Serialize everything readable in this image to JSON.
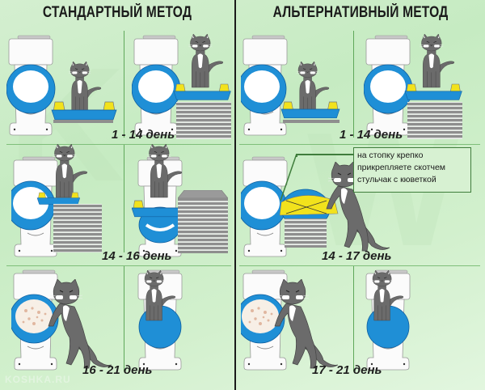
{
  "standard": {
    "title": "СТАНДАРТНЫЙ МЕТОД",
    "stages": [
      {
        "label": "1 - 14 день"
      },
      {
        "label": "14 - 16 день"
      },
      {
        "label": "16 - 21 день"
      }
    ]
  },
  "alternative": {
    "title": "АЛЬТЕРНАТИВНЫЙ МЕТОД",
    "stages": [
      {
        "label": "1 - 14 день"
      },
      {
        "label": "14 - 17 день"
      },
      {
        "label": "17 - 21 день"
      }
    ],
    "callout": {
      "lines": [
        "на стопку крепко",
        "прикрепляете скотчем",
        "стульчак с кюветкой"
      ]
    }
  },
  "watermark": "KOSHKA.RU",
  "colors": {
    "background": "#c9ecc5",
    "seat_blue": "#1f8fd6",
    "tray_yellow": "#f2e21c",
    "cat_gray": "#6b6b6b",
    "stack_gray": "#8e8e8e",
    "divider_green": "#6cb567",
    "callout_border": "#3f7d3c"
  }
}
